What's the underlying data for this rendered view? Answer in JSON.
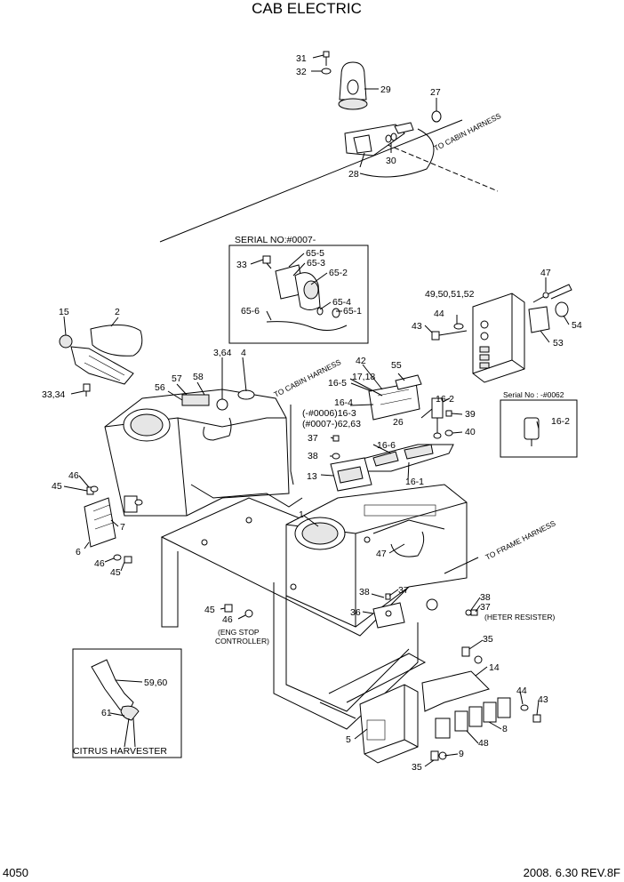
{
  "title": "CAB ELECTRIC",
  "footer": {
    "page": "4050",
    "date_rev": "2008. 6.30  REV.8F"
  },
  "notes": {
    "serial_box_1": "SERIAL NO:#0007-",
    "serial_box_2": "Serial No : -#0062",
    "citrus_box": "CITRUS HARVESTER",
    "to_cabin_harness_top": "TO CABIN HARNESS",
    "to_cabin_harness_mid": "TO CABIN HARNESS",
    "to_frame_harness": "TO FRAME HARNESS",
    "heter_resister": "(HETER RESISTER)",
    "eng_stop_1": "(ENG STOP",
    "eng_stop_2": "CONTROLLER)"
  },
  "callouts": {
    "c31": "31",
    "c32": "32",
    "c29": "29",
    "c27": "27",
    "c30": "30",
    "c28": "28",
    "c33a": "33",
    "c65_5": "65-5",
    "c65_3": "65-3",
    "c65_2": "65-2",
    "c65_4": "65-4",
    "c65_6": "65-6",
    "c65_1": "65-1",
    "c47a": "47",
    "c49": "49,50,51,52",
    "c44a": "44",
    "c43a": "43",
    "c54": "54",
    "c53": "53",
    "c15": "15",
    "c2": "2",
    "c33_34": "33,34",
    "c3_64": "3,64",
    "c4": "4",
    "c57": "57",
    "c58": "58",
    "c56": "56",
    "c42": "42",
    "c55": "55",
    "c17_18": "17,18",
    "c16_5": "16-5",
    "c16_4": "16-4",
    "c16_3": "(-#0006)16-3",
    "c62_63": "(#0007-)62,63",
    "c26": "26",
    "c16_2": "16-2",
    "c39": "39",
    "c40": "40",
    "c16_2b": "16-2",
    "c37a": "37",
    "c38a": "38",
    "c16_6": "16-6",
    "c13": "13",
    "c16_1": "16-1",
    "c46a": "46",
    "c45a": "45",
    "c7": "7",
    "c6": "6",
    "c46b": "46",
    "c45b": "45",
    "c1": "1",
    "c47b": "47",
    "c38b": "38",
    "c37b": "37",
    "c36": "36",
    "c38c": "38",
    "c37c": "37",
    "c45c": "45",
    "c46c": "46",
    "c35a": "35",
    "c14": "14",
    "c44b": "44",
    "c43b": "43",
    "c8": "8",
    "c48": "48",
    "c5": "5",
    "c9": "9",
    "c35b": "35",
    "c59_60": "59,60",
    "c61": "61"
  }
}
